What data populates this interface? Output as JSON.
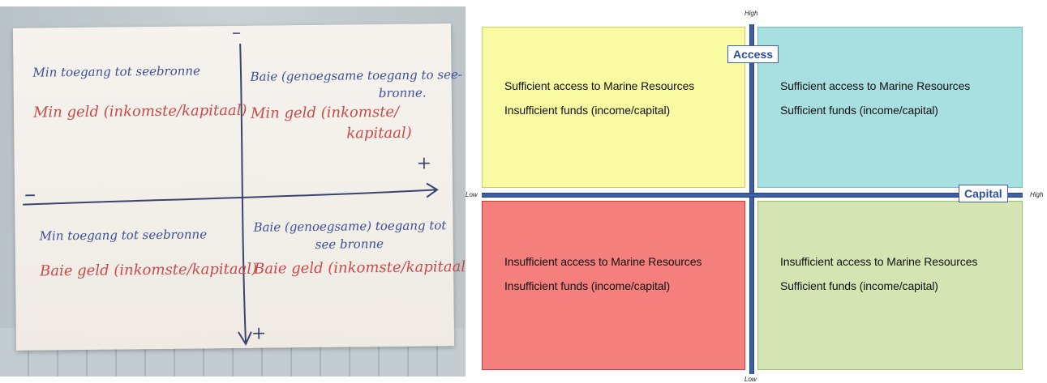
{
  "photo": {
    "q1_line1": "Min toegang tot seebronne",
    "q1_line2": "Min geld (inkomste/kapitaal)",
    "q2_line1": "Baie (genoegsame toegang to see-",
    "q2_line1b": "bronne.",
    "q2_line2": "Min geld (inkomste/",
    "q2_line2b": "kapitaal)",
    "q3_line1": "Min toegang tot seebronne",
    "q3_line2": "Baie geld (inkomste/kapitaal)",
    "q4_line1": "Baie (genoegsame) toegang tot",
    "q4_line1b": "see bronne",
    "q4_line2": "Baie geld (inkomste/kapitaal.)",
    "top_mark": "–",
    "left_mark": "–",
    "right_mark": "+",
    "bottom_mark": "+"
  },
  "diagram": {
    "axis_high_top": "High",
    "axis_low_bottom": "Low",
    "axis_low_left": "Low",
    "axis_high_right": "High",
    "access_label": "Access",
    "capital_label": "Capital",
    "top_left": {
      "line1": "Sufficient access to Marine Resources",
      "line2": "Insufficient funds (income/capital)",
      "color": "#fafaa3"
    },
    "top_right": {
      "line1": "Sufficient access to Marine Resources",
      "line2": "Sufficient funds (income/capital)",
      "color": "#a8dfe0"
    },
    "bottom_left": {
      "line1": "Insufficient access to Marine Resources",
      "line2": "Insufficient funds (income/capital)",
      "color": "#f47f7d"
    },
    "bottom_right": {
      "line1": "Insufficient access to Marine Resources",
      "line2": "Sufficient funds (income/capital)",
      "color": "#d4e5b3"
    },
    "axis_color": "#3d5fa8"
  }
}
